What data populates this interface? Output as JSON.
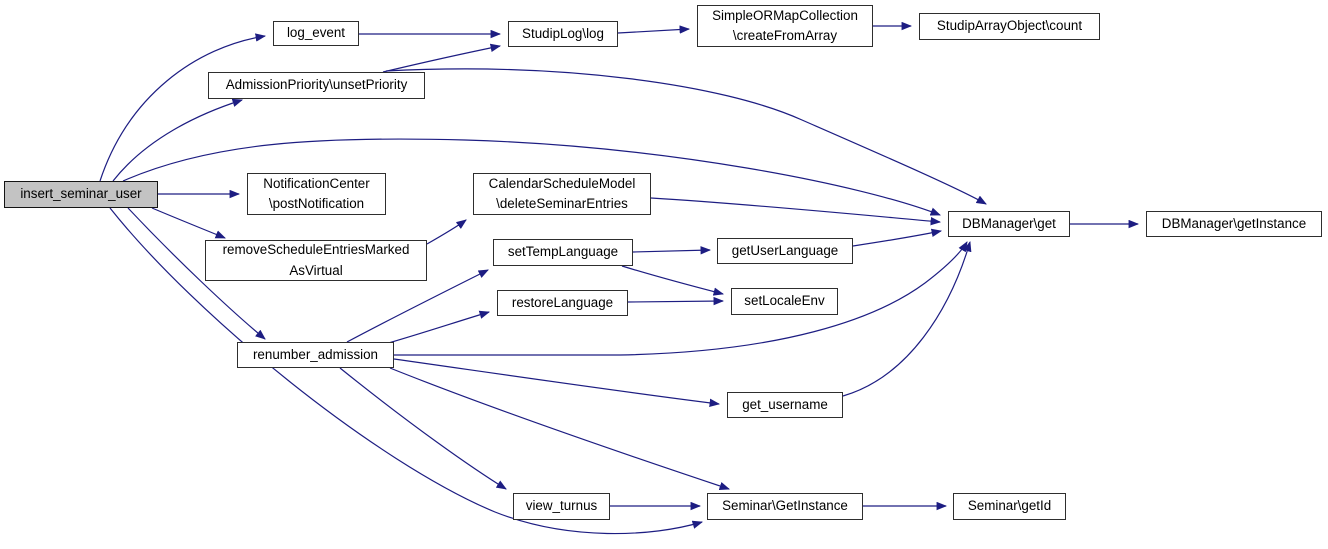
{
  "diagram": {
    "type": "call-graph",
    "root_function": "insert_seminar_user",
    "colors": {
      "background": "#ffffff",
      "edge": "#1d1d82",
      "node_fill": "#ffffff",
      "root_fill": "#c3c3c3",
      "node_border": "#2e2e2e",
      "text": "#000000"
    },
    "nodes": [
      {
        "id": "insert-seminar-user",
        "lines": [
          "insert_seminar_user"
        ],
        "root": true
      },
      {
        "id": "log-event",
        "lines": [
          "log_event"
        ]
      },
      {
        "id": "admission-priority-unset-priority",
        "lines": [
          "AdmissionPriority\\unsetPriority"
        ]
      },
      {
        "id": "studip-log-log",
        "lines": [
          "StudipLog\\log"
        ]
      },
      {
        "id": "simple-ormap-collection-create-from-array",
        "lines": [
          "SimpleORMapCollection",
          "\\createFromArray"
        ]
      },
      {
        "id": "studip-array-object-count",
        "lines": [
          "StudipArrayObject\\count"
        ]
      },
      {
        "id": "notification-center-post-notification",
        "lines": [
          "NotificationCenter",
          "\\postNotification"
        ]
      },
      {
        "id": "calendar-schedule-model-delete-seminar-entries",
        "lines": [
          "CalendarScheduleModel",
          "\\deleteSeminarEntries"
        ]
      },
      {
        "id": "db-manager-get",
        "lines": [
          "DBManager\\get"
        ]
      },
      {
        "id": "db-manager-get-instance",
        "lines": [
          "DBManager\\getInstance"
        ]
      },
      {
        "id": "remove-schedule-entries-marked-as-virtual",
        "lines": [
          "removeScheduleEntriesMarked",
          "AsVirtual"
        ]
      },
      {
        "id": "set-temp-language",
        "lines": [
          "setTempLanguage"
        ]
      },
      {
        "id": "get-user-language",
        "lines": [
          "getUserLanguage"
        ]
      },
      {
        "id": "restore-language",
        "lines": [
          "restoreLanguage"
        ]
      },
      {
        "id": "set-locale-env",
        "lines": [
          "setLocaleEnv"
        ]
      },
      {
        "id": "renumber-admission",
        "lines": [
          "renumber_admission"
        ]
      },
      {
        "id": "get-username",
        "lines": [
          "get_username"
        ]
      },
      {
        "id": "view-turnus",
        "lines": [
          "view_turnus"
        ]
      },
      {
        "id": "seminar-get-instance",
        "lines": [
          "Seminar\\GetInstance"
        ]
      },
      {
        "id": "seminar-get-id",
        "lines": [
          "Seminar\\getId"
        ]
      }
    ],
    "edges": [
      {
        "from": "insert-seminar-user",
        "to": "log-event"
      },
      {
        "from": "insert-seminar-user",
        "to": "admission-priority-unset-priority"
      },
      {
        "from": "insert-seminar-user",
        "to": "db-manager-get"
      },
      {
        "from": "insert-seminar-user",
        "to": "notification-center-post-notification"
      },
      {
        "from": "insert-seminar-user",
        "to": "remove-schedule-entries-marked-as-virtual"
      },
      {
        "from": "insert-seminar-user",
        "to": "renumber-admission"
      },
      {
        "from": "insert-seminar-user",
        "to": "seminar-get-instance"
      },
      {
        "from": "log-event",
        "to": "studip-log-log"
      },
      {
        "from": "admission-priority-unset-priority",
        "to": "studip-log-log"
      },
      {
        "from": "admission-priority-unset-priority",
        "to": "db-manager-get"
      },
      {
        "from": "studip-log-log",
        "to": "simple-ormap-collection-create-from-array"
      },
      {
        "from": "simple-ormap-collection-create-from-array",
        "to": "studip-array-object-count"
      },
      {
        "from": "remove-schedule-entries-marked-as-virtual",
        "to": "calendar-schedule-model-delete-seminar-entries"
      },
      {
        "from": "calendar-schedule-model-delete-seminar-entries",
        "to": "db-manager-get"
      },
      {
        "from": "db-manager-get",
        "to": "db-manager-get-instance"
      },
      {
        "from": "renumber-admission",
        "to": "set-temp-language"
      },
      {
        "from": "renumber-admission",
        "to": "restore-language"
      },
      {
        "from": "renumber-admission",
        "to": "get-username"
      },
      {
        "from": "renumber-admission",
        "to": "db-manager-get"
      },
      {
        "from": "renumber-admission",
        "to": "view-turnus"
      },
      {
        "from": "renumber-admission",
        "to": "seminar-get-instance"
      },
      {
        "from": "set-temp-language",
        "to": "get-user-language"
      },
      {
        "from": "set-temp-language",
        "to": "set-locale-env"
      },
      {
        "from": "restore-language",
        "to": "set-locale-env"
      },
      {
        "from": "get-user-language",
        "to": "db-manager-get"
      },
      {
        "from": "get-username",
        "to": "db-manager-get"
      },
      {
        "from": "view-turnus",
        "to": "seminar-get-instance"
      },
      {
        "from": "seminar-get-instance",
        "to": "seminar-get-id"
      }
    ]
  }
}
